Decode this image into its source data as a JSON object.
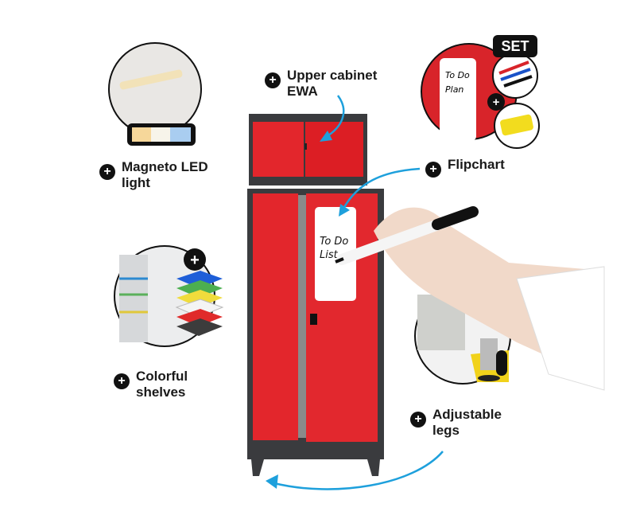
{
  "features": [
    {
      "line1": "Upper cabinet",
      "line2": "EWA"
    },
    {
      "line1": "Magneto LED",
      "line2": "light"
    },
    {
      "line1": "Flipchart",
      "line2": ""
    },
    {
      "line1": "Colorful",
      "line2": "shelves"
    },
    {
      "line1": "Adjustable",
      "line2": "legs"
    }
  ],
  "whiteboard_text": {
    "line1": "To Do",
    "line2": "List"
  },
  "flipchart_inset_text": {
    "line1": "To Do",
    "line2": "Plan"
  },
  "set_badge": "SET",
  "plus_symbol": "+",
  "colors": {
    "cabinet_red": "#e0242a",
    "frame": "#3a3b3e",
    "arrow": "#1ea0dc"
  }
}
